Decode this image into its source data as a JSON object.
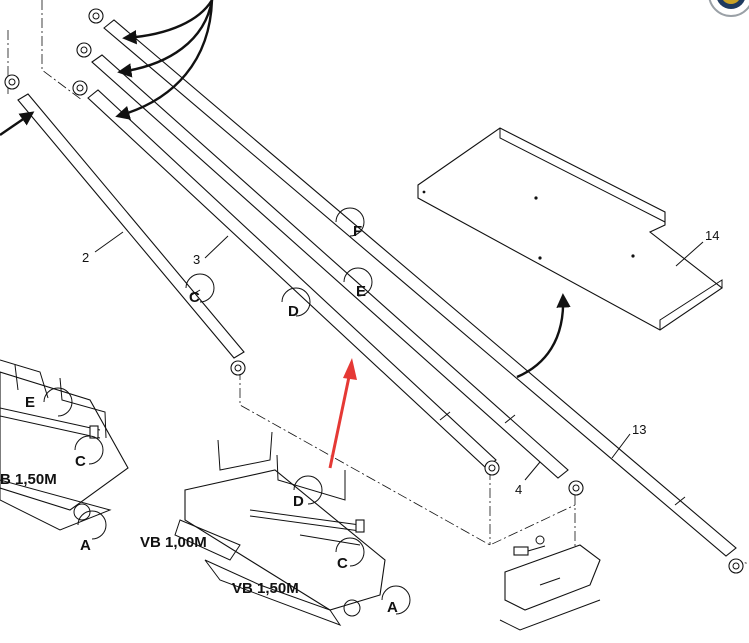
{
  "parts": {
    "p2": "2",
    "p3": "3",
    "p4": "4",
    "p13": "13",
    "p14": "14"
  },
  "callouts": {
    "c_main": "C",
    "d_main": "D",
    "e_main": "E",
    "f_main": "F",
    "e_left": "E",
    "c_left": "C",
    "a_left": "A",
    "d_center": "D",
    "c_center": "C",
    "a_center": "A"
  },
  "variants": {
    "left_150": "B 1,50M",
    "center_100": "VB 1,00M",
    "center_150": "VB 1,50M"
  },
  "colors": {
    "line": "#111111",
    "highlight_arrow": "#e53935"
  }
}
